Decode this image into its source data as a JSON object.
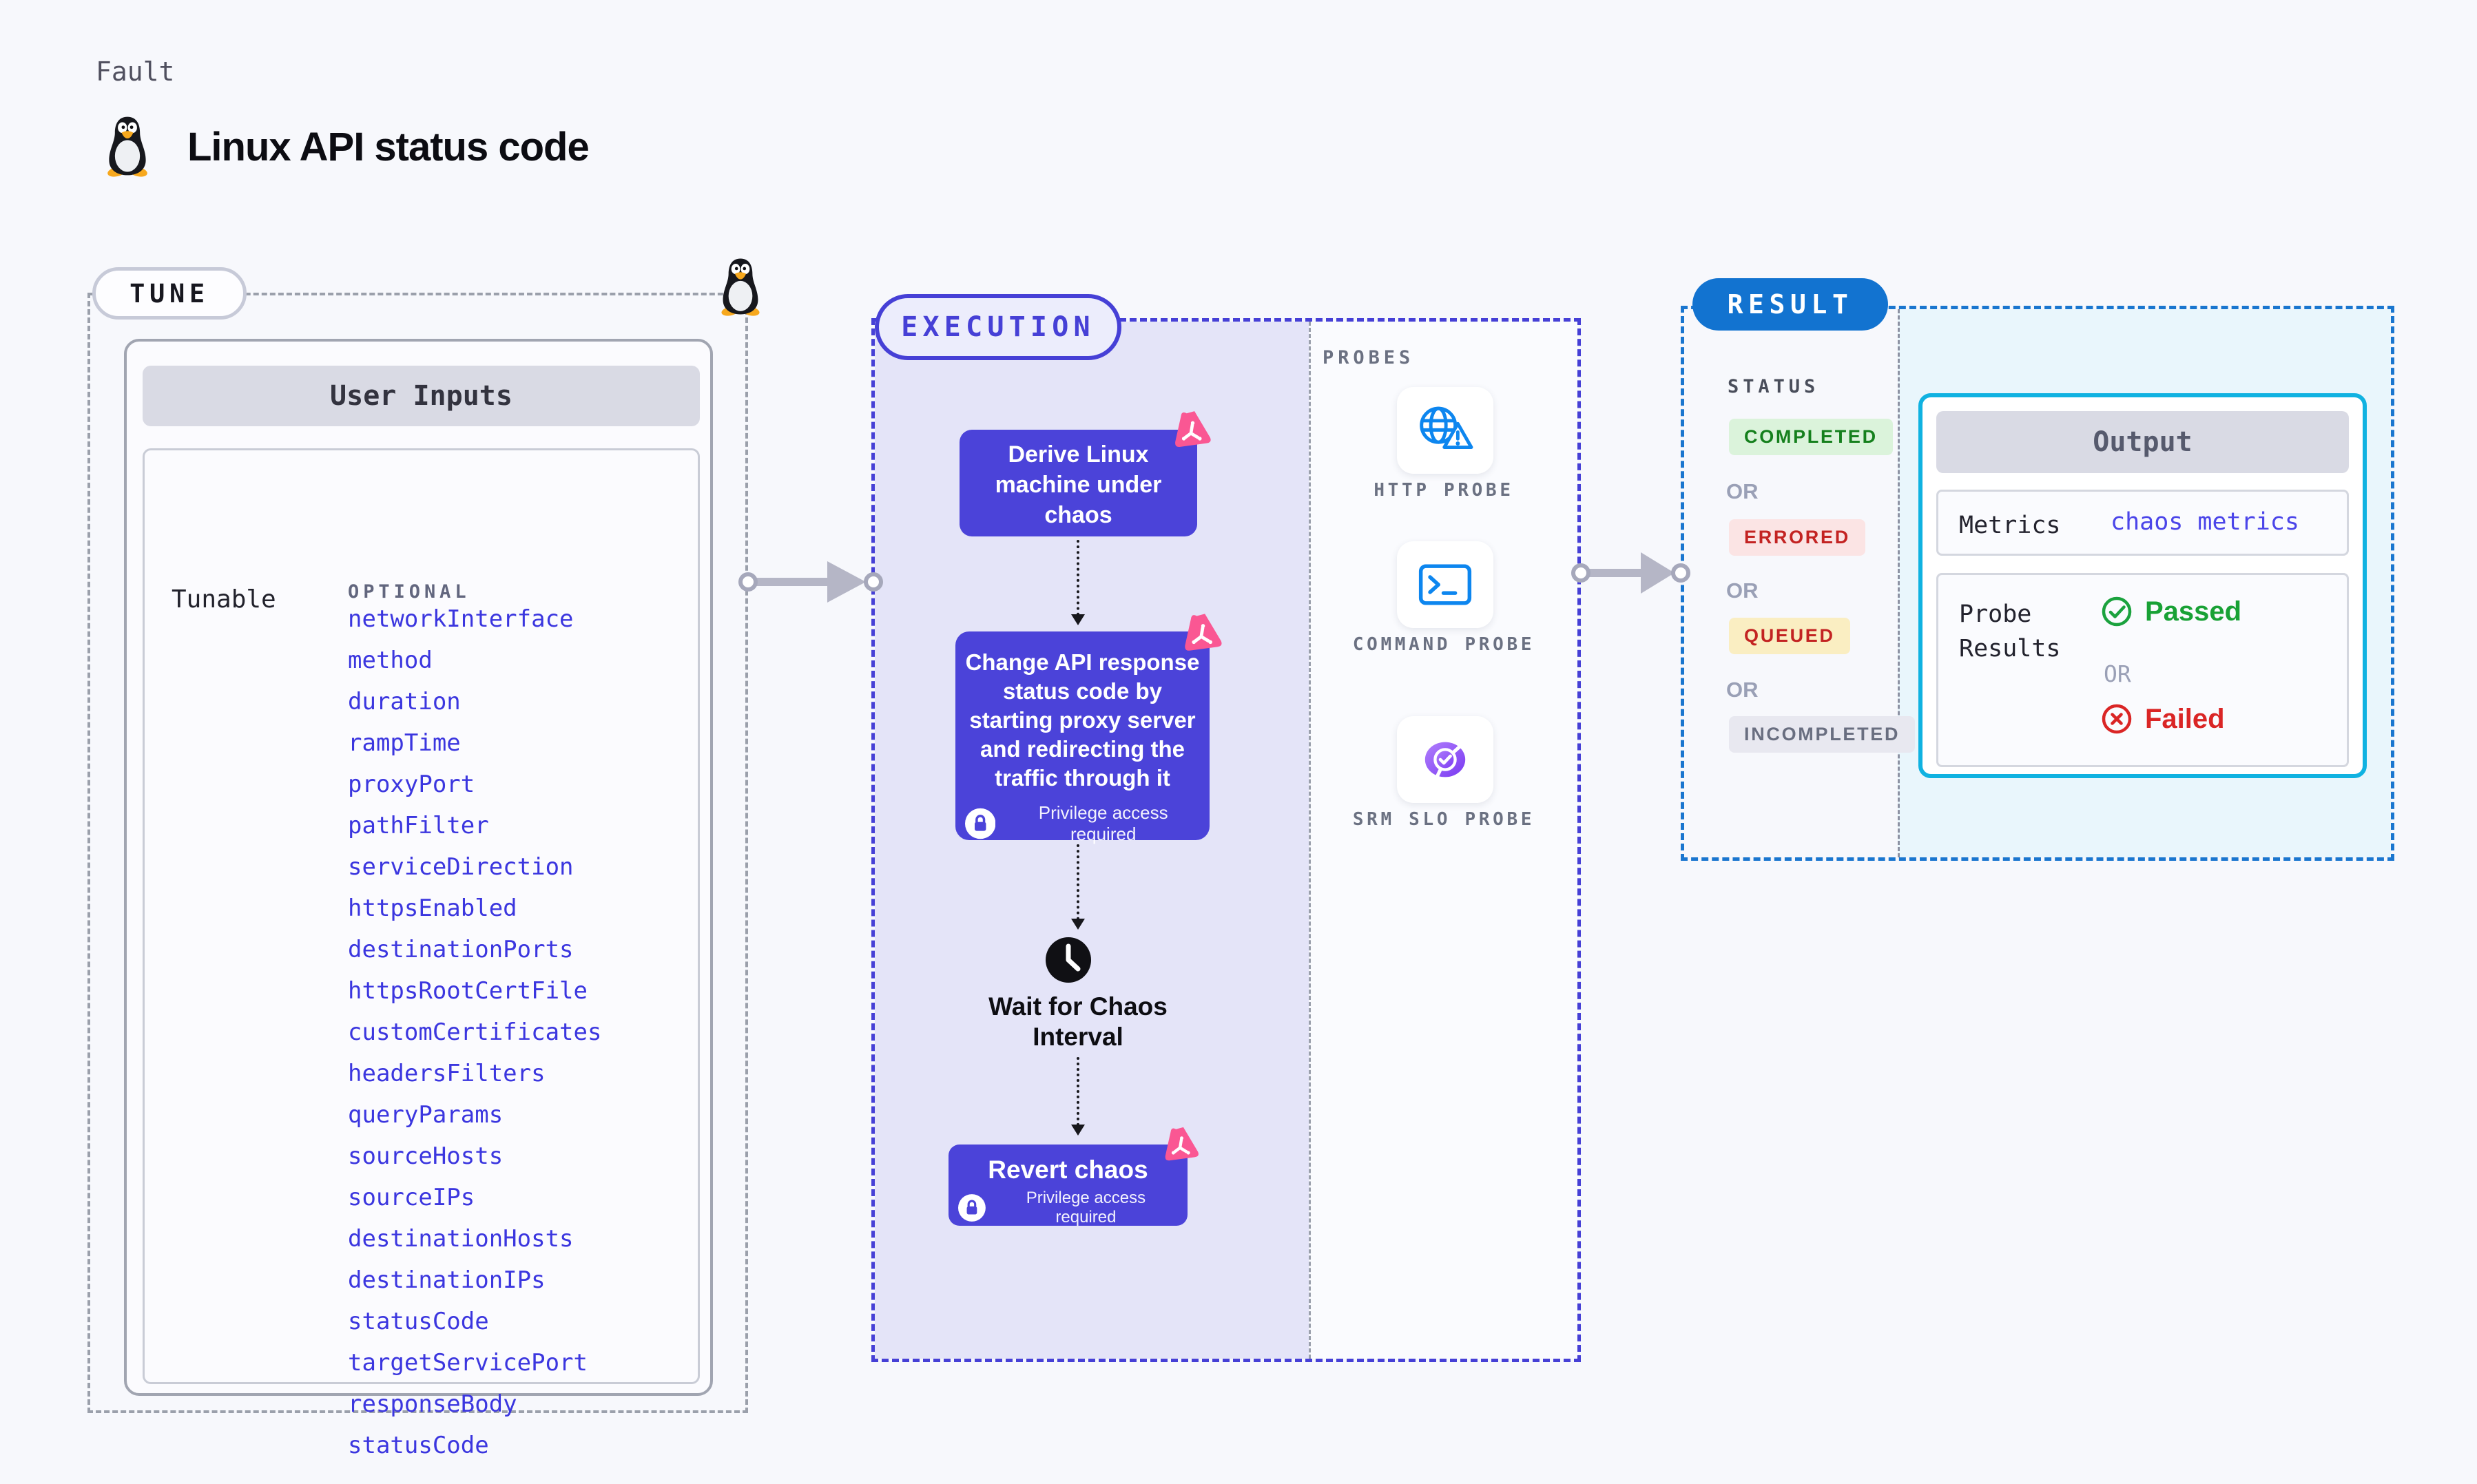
{
  "page": {
    "kicker": "Fault",
    "title": "Linux API status code"
  },
  "tune": {
    "label": "TUNE",
    "card_title": "User Inputs",
    "row_label": "Tunable",
    "column_label": "OPTIONAL",
    "tunables": [
      "networkInterface",
      "method",
      "duration",
      "rampTime",
      "proxyPort",
      "pathFilter",
      "serviceDirection",
      "httpsEnabled",
      "destinationPorts",
      "httpsRootCertFile",
      "customCertificates",
      "headersFilters",
      "queryParams",
      "sourceHosts",
      "sourceIPs",
      "destinationHosts",
      "destinationIPs",
      "statusCode",
      "targetServicePort",
      "responseBody",
      "statusCode"
    ]
  },
  "execution": {
    "label": "EXECUTION",
    "step_derive": "Derive Linux machine under chaos",
    "step_inject": "Change API response status code by starting proxy server and redirecting the traffic through it",
    "step_wait": "Wait for Chaos Interval",
    "step_revert": "Revert chaos",
    "privilege_note": "Privilege access required"
  },
  "probes": {
    "label": "PROBES",
    "items": [
      {
        "name": "HTTP PROBE"
      },
      {
        "name": "COMMAND PROBE"
      },
      {
        "name": "SRM SLO PROBE"
      }
    ]
  },
  "result": {
    "label": "RESULT",
    "status_label": "STATUS",
    "or_label": "OR",
    "statuses": [
      "COMPLETED",
      "ERRORED",
      "QUEUED",
      "INCOMPLETED"
    ],
    "output": {
      "title": "Output",
      "metrics_label": "Metrics",
      "metrics_value": "chaos metrics",
      "probe_results_label": "Probe Results",
      "passed": "Passed",
      "failed": "Failed"
    }
  },
  "icons": [
    "tux-penguin-icon",
    "chaos-badge-icon",
    "lock-icon",
    "clock-icon",
    "http-probe-globe-warning-icon",
    "command-probe-terminal-icon",
    "srm-slo-donut-check-icon",
    "passed-check-icon",
    "failed-x-icon",
    "flow-arrow-icon"
  ],
  "colors": {
    "background": "#f7f8fc",
    "indigo_accent": "#4640d6",
    "node_indigo": "#4b43d9",
    "result_blue": "#1273d0",
    "output_cyan_border": "#10b2e1",
    "output_cyan_fill": "#e9f6fc",
    "chaos_pink": "#fa5793",
    "link_blue": "#3b36df",
    "completed_green": "#15801d",
    "errored_red": "#c32322",
    "queued_yellow_bg": "#faeec2",
    "incompleted_gray": "#696e80",
    "passed_green": "#18a135",
    "failed_red": "#da2525"
  }
}
